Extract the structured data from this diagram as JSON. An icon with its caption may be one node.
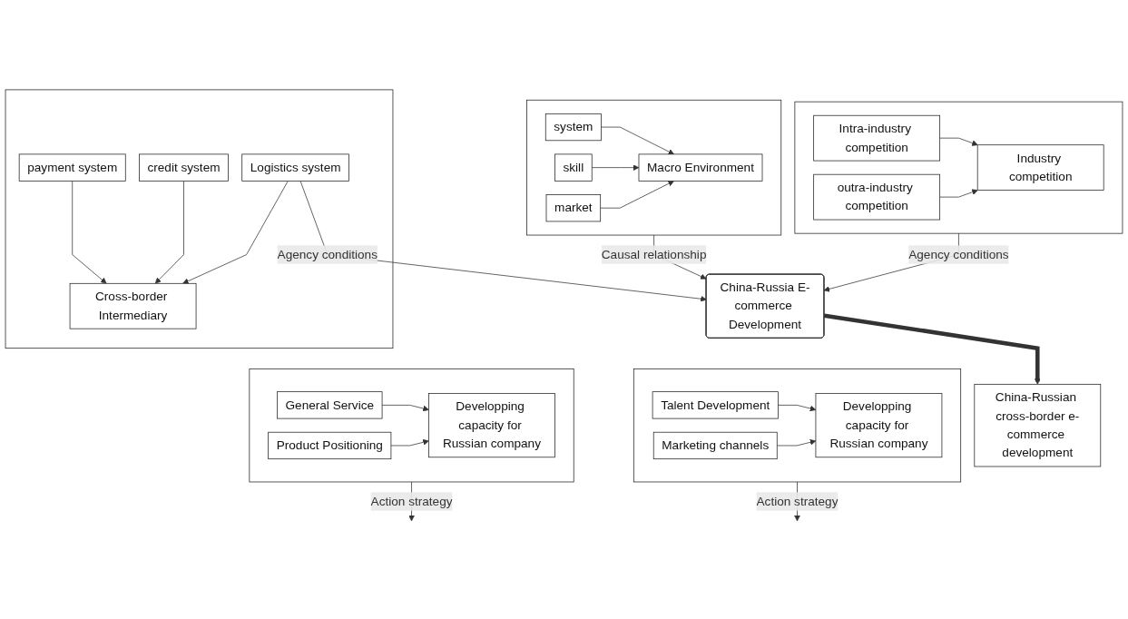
{
  "diagram": {
    "nodes": [
      {
        "text": [],
        "shape": "box"
      },
      {
        "text": [
          "Intra-industry competition"
        ],
        "in": 0
      },
      {
        "text": [
          "outra-industry competition"
        ],
        "in": 0
      },
      {
        "text": [
          "Industry competition"
        ],
        "in": 0
      },
      {
        "text": [],
        "shape": "box"
      },
      {
        "text": [
          "system"
        ],
        "in": 4
      },
      {
        "text": [
          "skill"
        ],
        "in": 4
      },
      {
        "text": [
          "market"
        ],
        "in": 4
      },
      {
        "text": [
          "Macro Environment"
        ],
        "in": 4
      },
      {
        "text": [
          "China-Russia E-commerce Development"
        ]
      },
      {
        "text": [],
        "shape": "box"
      },
      {
        "text": [
          "Cross-border Intermediary"
        ],
        "in": 10
      },
      {
        "text": [
          "payment system"
        ],
        "in": 10
      },
      {
        "text": [
          "credit system"
        ],
        "in": 10
      },
      {
        "text": [
          "Logistics system"
        ],
        "in": 10
      },
      {
        "text": [],
        "shape": "box"
      },
      {
        "text": [
          "General Service"
        ],
        "in": 15
      },
      {
        "text": [
          "Product Positioning"
        ],
        "in": 15
      },
      {
        "text": [
          "Developping capacity for Russian company"
        ],
        "in": 15
      },
      {
        "text": [
          "China-Russian cross-border e-commerce development"
        ]
      },
      {
        "text": [],
        "shape": "box"
      },
      {
        "text": [
          "Developping capacity for Russian company"
        ],
        "in": 20
      },
      {
        "text": [
          "Talent Development"
        ],
        "in": 20
      },
      {
        "text": [
          "Marketing channels"
        ],
        "in": 20
      }
    ],
    "edges": [
      {
        "from": 1,
        "to": 3,
        "arrow": "to"
      },
      {
        "from": 2,
        "to": 3,
        "arrow": "to"
      },
      {
        "from": 5,
        "to": 8,
        "arrow": "to"
      },
      {
        "from": 6,
        "to": 8,
        "arrow": "to"
      },
      {
        "from": 7,
        "to": 8,
        "arrow": "to"
      },
      {
        "from": 4,
        "to": 9,
        "arrow": "to",
        "label": "Causal relationship"
      },
      {
        "from": 0,
        "to": 9,
        "arrow": "to",
        "label": "Agency conditions"
      },
      {
        "from": 12,
        "to": 11,
        "arrow": "to"
      },
      {
        "from": 13,
        "to": 11,
        "arrow": "to"
      },
      {
        "from": 14,
        "to": 11,
        "arrow": "to"
      },
      {
        "from": 14,
        "to": 9,
        "arrow": "to",
        "label": "Agency conditions"
      },
      {
        "from": 9,
        "to": 19,
        "arrow": "to",
        "style": "thick"
      },
      {
        "from": 16,
        "to": 18,
        "arrow": "to"
      },
      {
        "from": 17,
        "to": 18,
        "arrow": "to"
      },
      {
        "from": 15,
        "to": null,
        "arrow": "to",
        "label": "Action strategy"
      },
      {
        "from": 20,
        "to": null,
        "arrow": "to",
        "label": "Action strategy"
      },
      {
        "from": 22,
        "to": 21,
        "arrow": "to"
      },
      {
        "from": 23,
        "to": 21,
        "arrow": "to"
      }
    ]
  }
}
